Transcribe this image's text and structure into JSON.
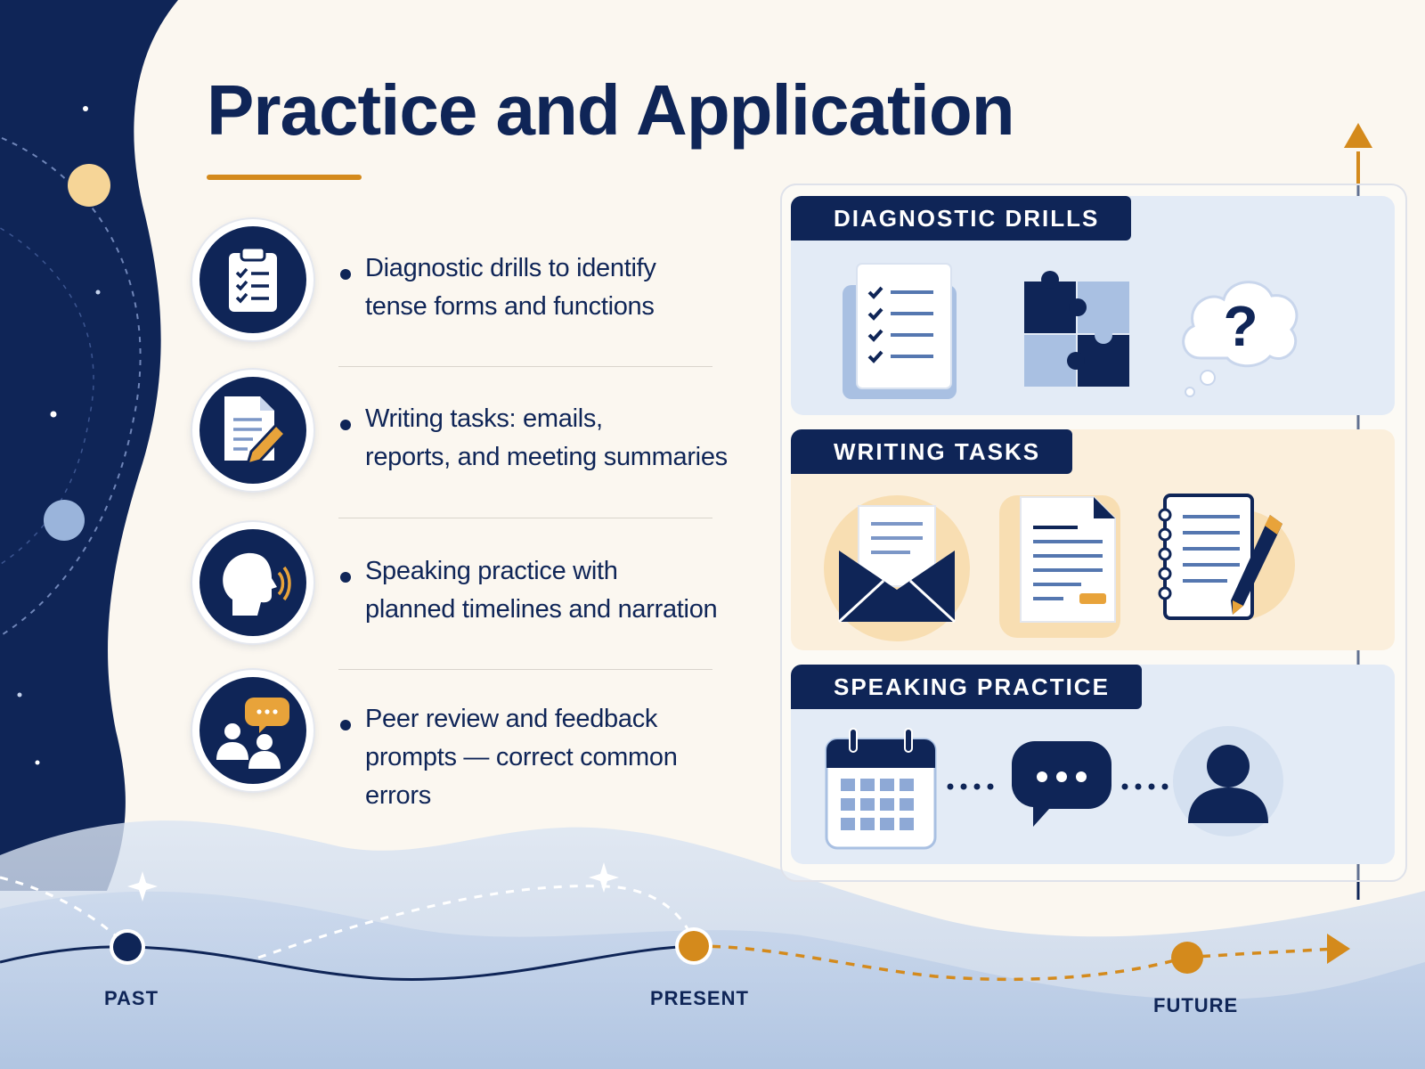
{
  "title": "Practice and Application",
  "colors": {
    "navy": "#0f2557",
    "gold": "#d48a1c",
    "light_blue": "#e3ebf6",
    "light_gold": "#fbefdc",
    "background": "#fbf7f0"
  },
  "bullets": [
    {
      "icon": "clipboard-checklist-icon",
      "lines": [
        "Diagnostic drills to identify",
        "tense forms and functions"
      ]
    },
    {
      "icon": "document-pencil-icon",
      "lines": [
        "Writing tasks: emails,",
        "reports, and meeting summaries"
      ]
    },
    {
      "icon": "speaking-head-icon",
      "lines": [
        "Speaking practice with",
        "planned timelines and narration"
      ]
    },
    {
      "icon": "peer-chat-icon",
      "lines": [
        "Peer review and feedback",
        "prompts — correct common errors"
      ]
    }
  ],
  "panels": [
    {
      "label": "DIAGNOSTIC DRILLS",
      "icons": [
        "checklist-icon",
        "puzzle-icon",
        "question-thought-bubble-icon"
      ]
    },
    {
      "label": "WRITING TASKS",
      "icons": [
        "envelope-letter-icon",
        "document-icon",
        "notebook-pen-icon"
      ]
    },
    {
      "label": "SPEAKING PRACTICE",
      "icons": [
        "calendar-icon",
        "speech-bubble-icon",
        "person-icon"
      ]
    }
  ],
  "timeline": {
    "past": "PAST",
    "present": "PRESENT",
    "future": "FUTURE"
  }
}
